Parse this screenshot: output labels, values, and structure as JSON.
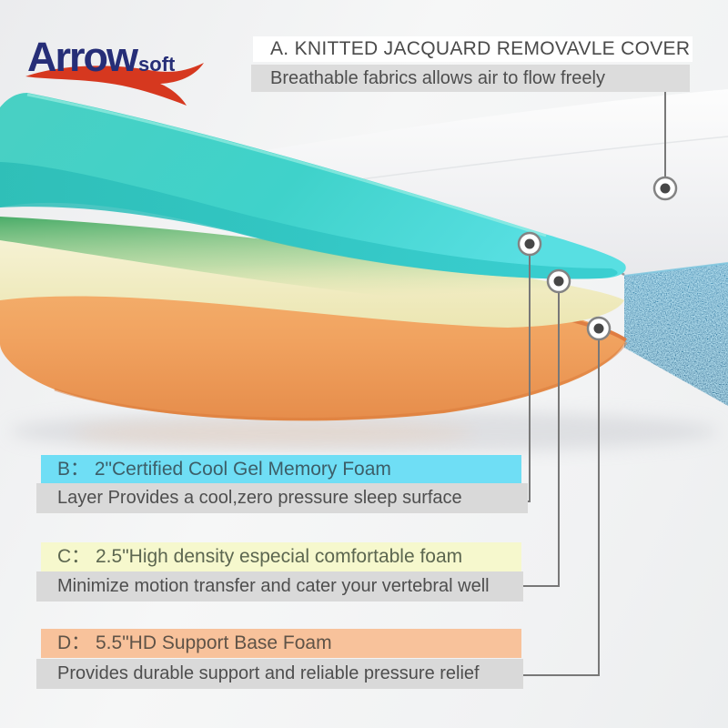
{
  "logo": {
    "brand": "Arrow",
    "suffix": "soft",
    "brand_color": "#262e77",
    "swoosh_color": "#d6381f"
  },
  "cover_note": {
    "id": "A",
    "title": "A. KNITTED JACQUARD REMOVAVLE COVER",
    "description": "Breathable fabrics allows air to flow freely",
    "title_bg": "#ffffff",
    "description_bg": "#dcdcdc"
  },
  "layer_notes": [
    {
      "id": "B",
      "title": "B： 2\"Certified Cool Gel Memory Foam",
      "description": "Layer Provides a cool,zero pressure sleep surface",
      "accent": "#6fdef5"
    },
    {
      "id": "C",
      "title": "C： 2.5\"High density especial comfortable foam",
      "description": "Minimize motion transfer and cater your vertebral well",
      "accent": "#f6f8cd"
    },
    {
      "id": "D",
      "title": "D： 5.5\"HD Support Base Foam",
      "description": "Provides durable support and reliable pressure relief",
      "accent": "#f8c29b"
    }
  ],
  "colors": {
    "muted_bar": "#d9d9d9",
    "callout_line": "#787878",
    "callout_dot": "#474747"
  },
  "diagram": {
    "layers": [
      {
        "name": "knitted-jacquard-cover",
        "color": "#f2f3f5"
      },
      {
        "name": "cool-gel-memory-foam",
        "color": "#3ecdc6"
      },
      {
        "name": "high-density-comfort-foam",
        "color": "#f2eec6"
      },
      {
        "name": "hd-support-base-foam",
        "color": "#f2a566"
      },
      {
        "name": "side-fabric",
        "color": "#2e7fa6"
      }
    ]
  }
}
